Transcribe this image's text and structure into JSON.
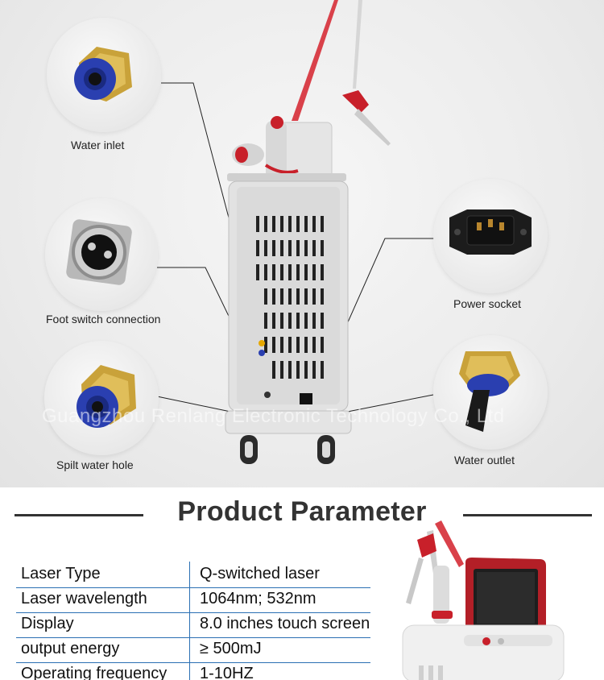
{
  "diagram": {
    "captions": {
      "water_inlet": "Water inlet",
      "foot_switch": "Foot switch connection",
      "split_water": "Spilt water hole",
      "power_socket": "Power socket",
      "water_outlet": "Water outlet"
    },
    "watermark": "Guangzhou Renlang Electronic Technology Co., Ltd"
  },
  "section": {
    "title": "Product Parameter"
  },
  "parameters": [
    {
      "key": "Laser Type",
      "value": "Q-switched laser"
    },
    {
      "key": "Laser wavelength",
      "value": "1064nm; 532nm"
    },
    {
      "key": "Display",
      "value": "8.0 inches touch screen"
    },
    {
      "key": "output energy",
      "value": "≥ 500mJ"
    },
    {
      "key": "Operating frequency",
      "value": "1-10HZ"
    }
  ],
  "colors": {
    "table_line": "#2a6fb3",
    "accent_red": "#c8202a",
    "connector_blue": "#2a3fb0",
    "connector_gold": "#c9a23a"
  }
}
